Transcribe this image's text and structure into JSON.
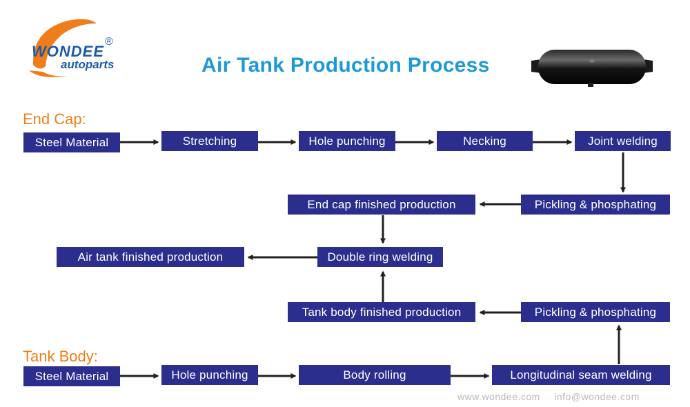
{
  "brand": {
    "name": "WONDEE",
    "sub": "autoparts",
    "registered": "®"
  },
  "title": "Air Tank Production Process",
  "sections": {
    "end_cap": "End Cap:",
    "tank_body": "Tank Body:"
  },
  "steps": {
    "ec_steel": "Steel Material",
    "ec_stretch": "Stretching",
    "ec_hole": "Hole punching",
    "ec_necking": "Necking",
    "ec_joint": "Joint welding",
    "ec_pickling": "Pickling & phosphating",
    "ec_finished": "End cap finished production",
    "double_ring": "Double ring welding",
    "air_tank_finished": "Air tank finished production",
    "tb_finished": "Tank body finished production",
    "tb_pickling": "Pickling & phosphating",
    "tb_steel": "Steel Material",
    "tb_hole": "Hole punching",
    "tb_rolling": "Body rolling",
    "tb_seam": "Longitudinal seam welding"
  },
  "footer": {
    "website": "www.wondee.com",
    "email": "info@wondee.com"
  },
  "colors": {
    "box": "#2b2e8c",
    "arrow": "#231f20",
    "title": "#1d9ad6",
    "section": "#ef7d1a",
    "logo_blue": "#1c5aa7",
    "logo_orange": "#ef7d1a"
  }
}
